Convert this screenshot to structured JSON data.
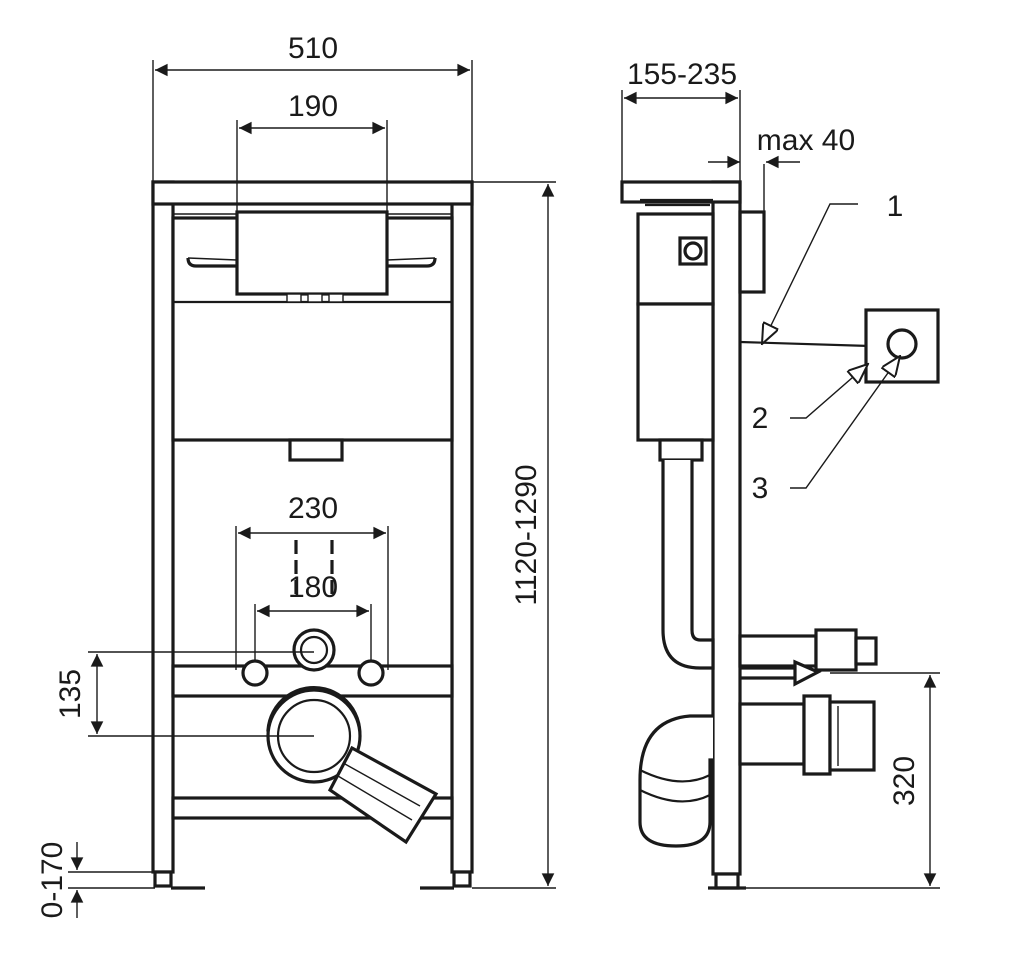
{
  "dimensions": {
    "frame_width": "510",
    "plate_width": "190",
    "height_range": "1120-1290",
    "depth_range": "155-235",
    "max_wall": "max 40",
    "stud_spacing_outer": "230",
    "stud_spacing_inner": "180",
    "drain_offset": "135",
    "foot_adjust": "0-170",
    "drain_height": "320"
  },
  "callouts": [
    "1",
    "2",
    "3"
  ],
  "colors": {
    "line": "#1a1a1a",
    "background": "#ffffff"
  }
}
